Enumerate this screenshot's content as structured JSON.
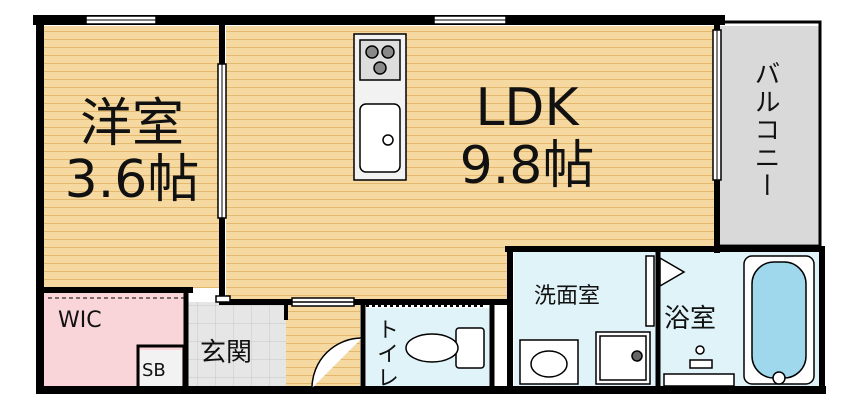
{
  "rooms": {
    "western_room": {
      "name": "洋室",
      "size": "3.6帖"
    },
    "ldk": {
      "name": "LDK",
      "size": "9.8帖"
    },
    "balcony": {
      "name": "バルコニー"
    },
    "wic": {
      "name": "WIC"
    },
    "sb": {
      "name": "SB"
    },
    "entrance": {
      "name": "玄関"
    },
    "toilet": {
      "name": "トイレ"
    },
    "washroom": {
      "name": "洗面室"
    },
    "bathroom": {
      "name": "浴室"
    }
  },
  "colors": {
    "wall": "#000000",
    "wood_floor": "#f5d9a0",
    "wood_line": "#e5b870",
    "balcony": "#d9d9d9",
    "wet_area": "#dff3f9",
    "wic": "#f9d4d8",
    "entrance": "#e6e6e6",
    "bathtub": "#9fd8ec"
  }
}
